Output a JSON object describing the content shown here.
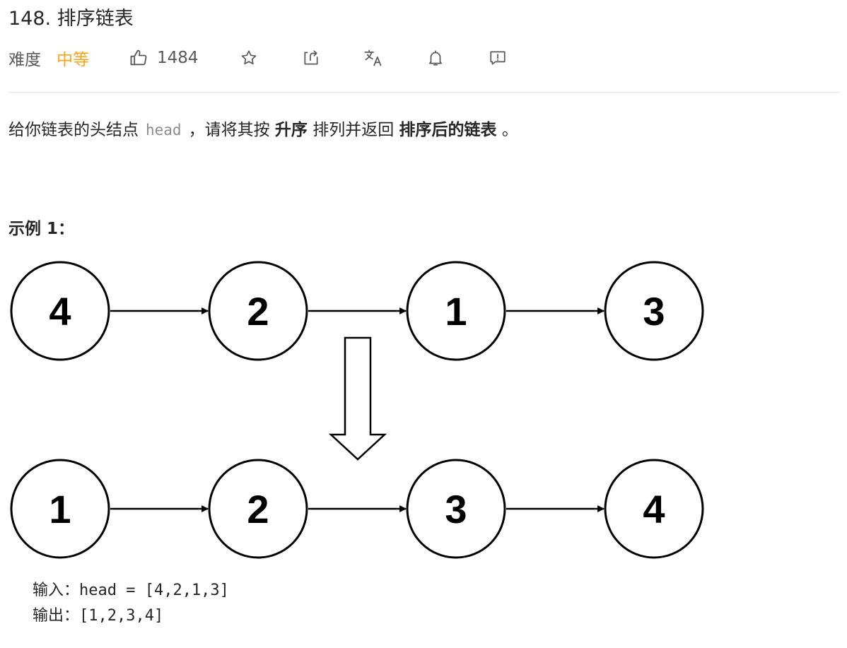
{
  "problem": {
    "title": "148. 排序链表",
    "difficulty_label": "难度",
    "difficulty_value": "中等",
    "likes": "1484"
  },
  "toolbar_icons": [
    "thumbs-up-icon",
    "star-icon",
    "share-icon",
    "translate-icon",
    "bell-icon",
    "feedback-icon"
  ],
  "colors": {
    "difficulty": "#ffa116",
    "text": "#262626",
    "muted": "#595959",
    "code": "#8c8c8c"
  },
  "description": {
    "part1": "给你链表的头结点",
    "code": "head",
    "part2": "，请将其按",
    "bold1": "升序",
    "part3": "排列并返回",
    "bold2": "排序后的链表",
    "part4": "。"
  },
  "example": {
    "title": "示例 1：",
    "input_list": [
      "4",
      "2",
      "1",
      "3"
    ],
    "output_list": [
      "1",
      "2",
      "3",
      "4"
    ],
    "input_text": "输入：head = [4,2,1,3]",
    "output_text": "输出：[1,2,3,4]"
  }
}
